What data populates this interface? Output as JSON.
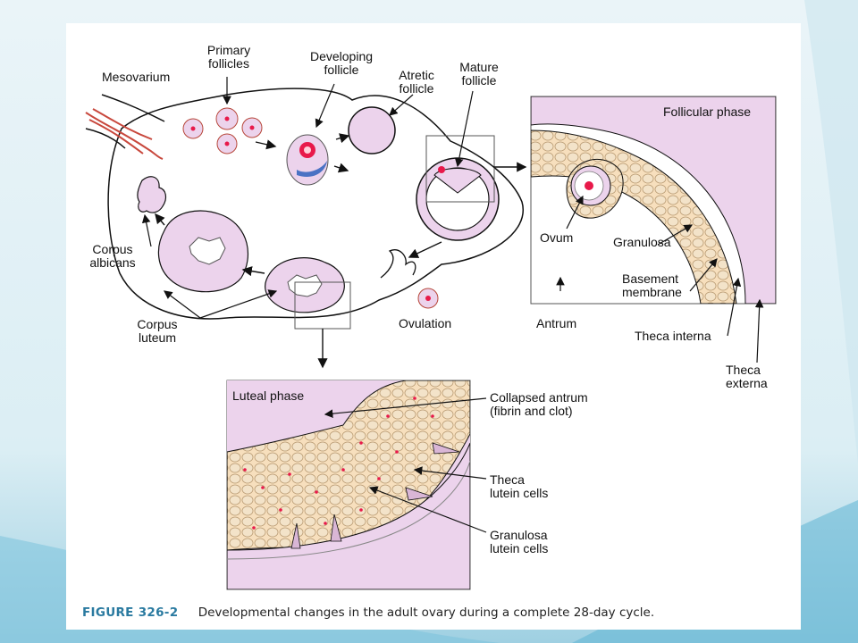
{
  "labels": {
    "mesovarium": "Mesovarium",
    "primary_follicles": [
      "Primary",
      "follicles"
    ],
    "developing_follicle": [
      "Developing",
      "follicle"
    ],
    "atretic_follicle": [
      "Atretic",
      "follicle"
    ],
    "mature_follicle": [
      "Mature",
      "follicle"
    ],
    "corpus_albicans": [
      "Corpus",
      "albicans"
    ],
    "corpus_luteum": [
      "Corpus",
      "luteum"
    ],
    "ovulation": "Ovulation",
    "follicular_phase": "Follicular phase",
    "ovum": "Ovum",
    "granulosa": "Granulosa",
    "basement_membrane": [
      "Basement",
      "membrane"
    ],
    "antrum": "Antrum",
    "theca_interna": "Theca interna",
    "theca_externa": [
      "Theca",
      "externa"
    ],
    "luteal_phase": "Luteal phase",
    "collapsed_antrum": [
      "Collapsed antrum",
      "(fibrin and clot)"
    ],
    "theca_lutein_cells": [
      "Theca",
      "lutein cells"
    ],
    "granulosa_lutein_cells": [
      "Granulosa",
      "lutein cells"
    ]
  },
  "caption": {
    "figure_number": "FIGURE 326-2",
    "text": "Developmental changes in the adult ovary during a complete 28-day cycle."
  },
  "colors": {
    "tissue_pink": "#ecd3ec",
    "cell_tan": "#f7dfbd",
    "nucleus_red": "#e8194a",
    "blue_crescent": "#4a72c4",
    "panel_border": "#555555",
    "caption_blue": "#2a7aa0"
  }
}
